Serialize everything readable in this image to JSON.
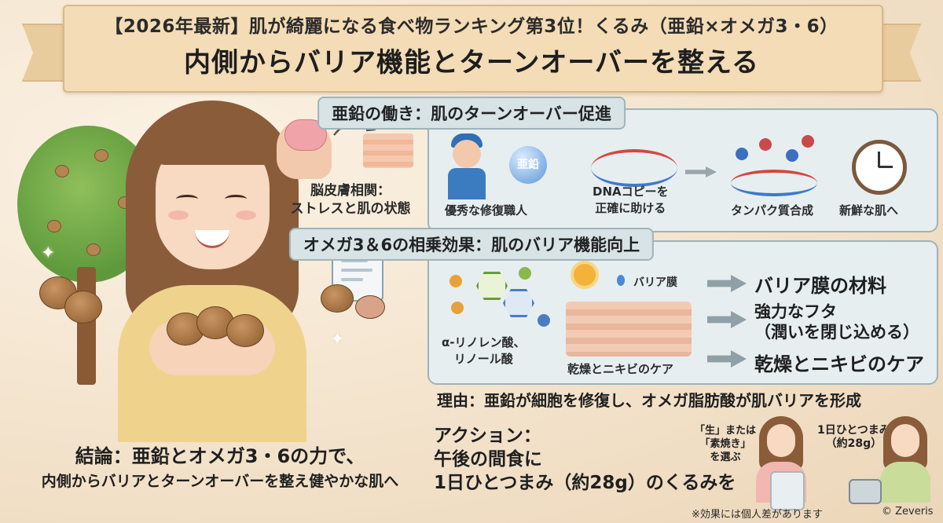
{
  "title": {
    "line1": "【2026年最新】肌が綺麗になる食べ物ランキング第3位！くるみ（亜鉛×オメガ3・6）",
    "line2": "内側からバリア機能とターンオーバーを整える"
  },
  "left": {
    "brain_label_1": "脳皮膚相関：",
    "brain_label_2": "ストレスと肌の状態"
  },
  "panel_zinc": {
    "heading": "亜鉛の働き：肌のターンオーバー促進",
    "zinc_ball": "亜鉛",
    "steps": [
      {
        "label": "優秀な修復職人"
      },
      {
        "label1": "DNAコピーを",
        "label2": "正確に助ける"
      },
      {
        "label": "タンパク質合成"
      },
      {
        "label": "新鮮な肌へ"
      }
    ]
  },
  "panel_omega": {
    "heading": "オメガ3＆6の相乗効果：肌のバリア機能向上",
    "molecule_label_1": "α-リノレン酸、",
    "molecule_label_2": "リノール酸",
    "barrier_label": "バリア膜",
    "skin_label": "乾燥とニキビのケア",
    "benefits": [
      {
        "text": "バリア膜の材料"
      },
      {
        "text1": "強力なフタ",
        "text2": "（潤いを閉じ込める）"
      },
      {
        "text": "乾燥とニキビのケア"
      }
    ]
  },
  "reason": "理由：亜鉛が細胞を修復し、オメガ脂肪酸が肌バリアを形成",
  "conclusion": {
    "line1": "結論：亜鉛とオメガ3・6の力で、",
    "line2": "内側からバリアとターンオーバーを整え健やかな肌へ"
  },
  "action": {
    "line1": "アクション：",
    "line2": "午後の間食に",
    "line3": "1日ひとつまみ（約28g）のくるみを"
  },
  "tips": {
    "tip1_l1": "「生」または",
    "tip1_l2": "「素焼き」",
    "tip1_l3": "を選ぶ",
    "tip2_l1": "1日ひとつまみ",
    "tip2_l2": "（約28g）"
  },
  "footnote": "※効果には個人差があります",
  "copyright": "© Zeveris",
  "colors": {
    "panel_bg": "#e6eef0",
    "panel_border": "#9fb3ba",
    "banner": "#f3dcb6",
    "hair": "#8a5c3a",
    "sweater": "#efd38d"
  }
}
